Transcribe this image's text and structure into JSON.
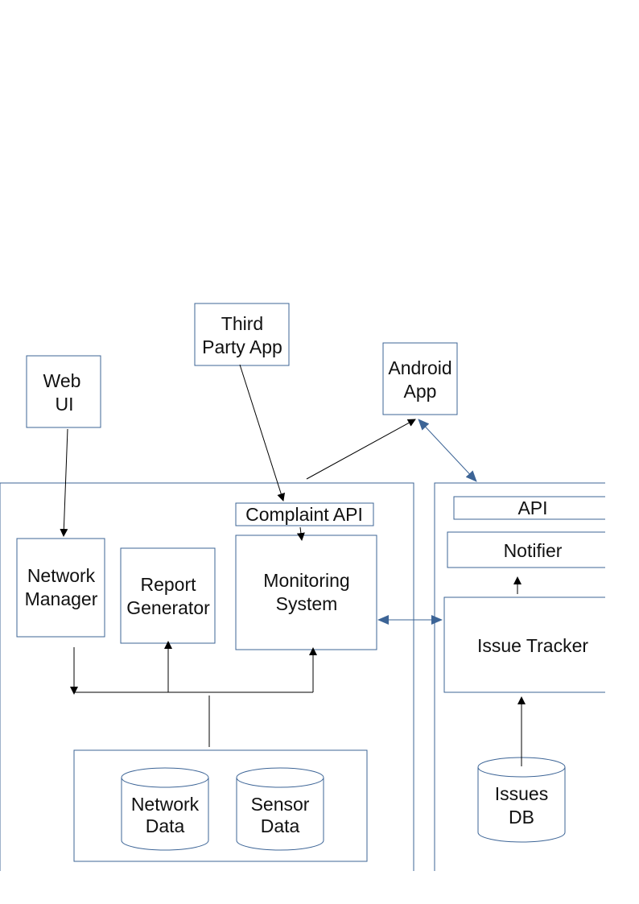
{
  "nodes": {
    "web_ui": [
      "Web",
      "UI"
    ],
    "third_party_app": [
      "Third",
      "Party App"
    ],
    "android_app": [
      "Android",
      "App"
    ],
    "complaint_api": "Complaint API",
    "network_manager": [
      "Network",
      "Manager"
    ],
    "report_generator": [
      "Report",
      "Generator"
    ],
    "monitoring_system": [
      "Monitoring",
      "System"
    ],
    "network_data": [
      "Network",
      "Data"
    ],
    "sensor_data": [
      "Sensor",
      "Data"
    ],
    "api": "API",
    "notifier": "Notifier",
    "issue_tracker": "Issue Tracker",
    "issues_db": [
      "Issues",
      "DB"
    ]
  },
  "colors": {
    "border": "#3c6496",
    "line": "#000000",
    "bidirectional_line": "#3c6496"
  }
}
